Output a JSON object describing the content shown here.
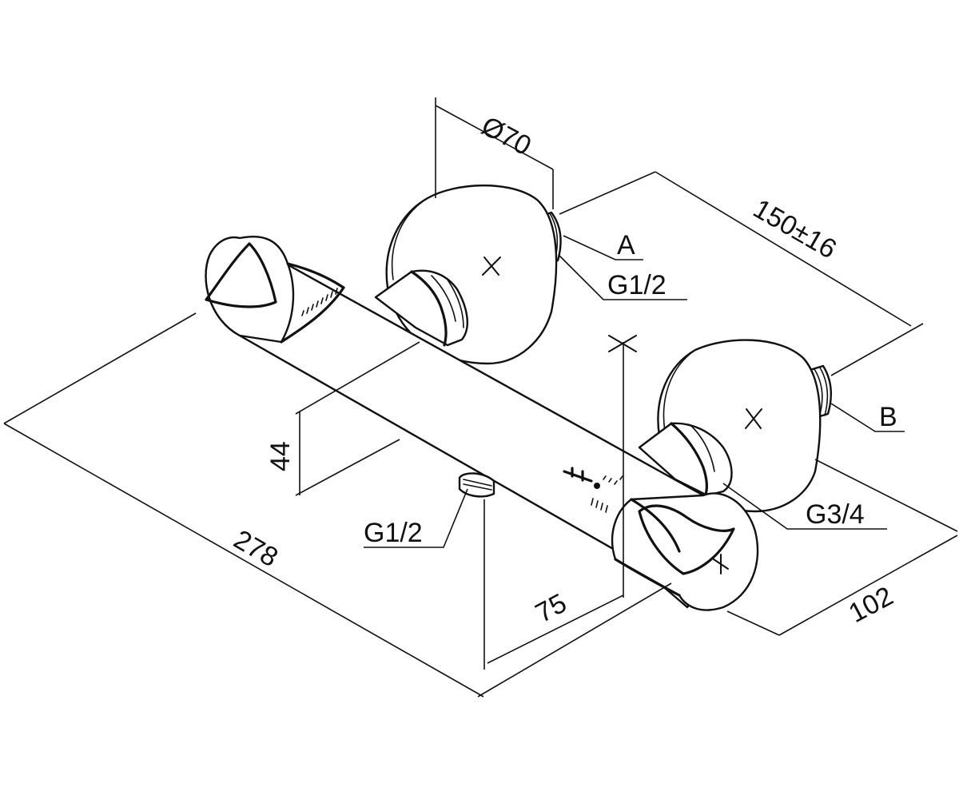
{
  "dimensions": {
    "diameter": "Ø70",
    "spacing": "150±16",
    "height": "44",
    "length": "278",
    "offset": "75",
    "depth": "102"
  },
  "connections": {
    "a_label": "A",
    "a_thread": "G1/2",
    "b_label": "B",
    "outlet_thread": "G1/2",
    "inlet_thread": "G3/4"
  }
}
